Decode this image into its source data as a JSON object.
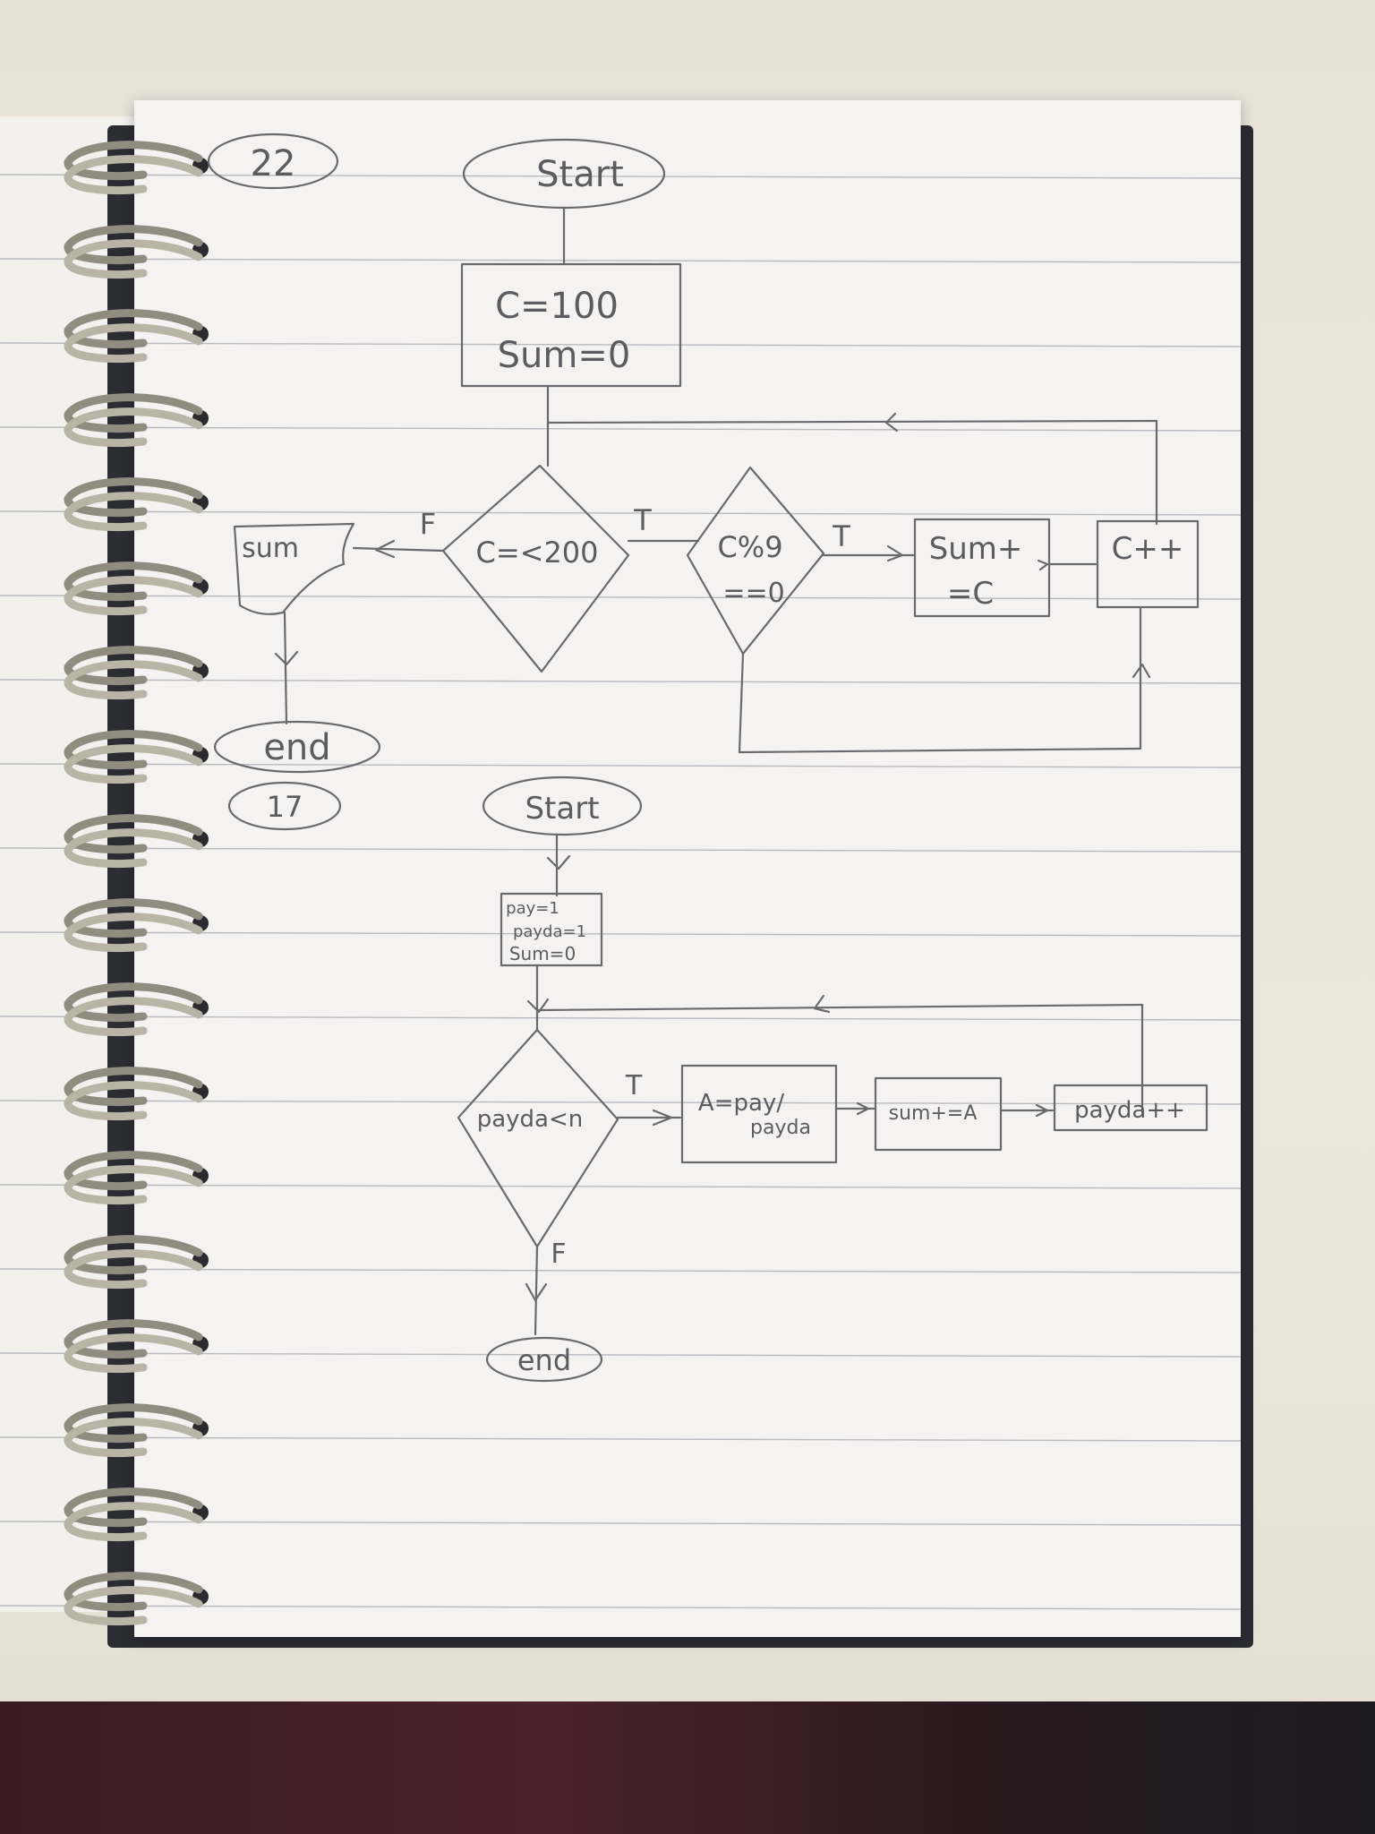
{
  "flowchart_22": {
    "number": "22",
    "start": "Start",
    "init_line1": "C=100",
    "init_line2": "Sum=0",
    "decision1": "C=<200",
    "decision1_false": "F",
    "decision1_true": "T",
    "decision2_line1": "C%9",
    "decision2_line2": "==0",
    "decision2_true": "T",
    "process1_line1": "Sum+",
    "process1_line2": "=C",
    "process2": "C++",
    "output": "sum",
    "end": "end"
  },
  "flowchart_17": {
    "number": "17",
    "start": "Start",
    "init_line1": "pay=1",
    "init_line2": "payda=1",
    "init_line3": "Sum=0",
    "decision": "payda<n",
    "decision_true": "T",
    "decision_false": "F",
    "process1_line1": "A=pay/",
    "process1_line2": "payda",
    "process2": "sum+=A",
    "process3": "payda++",
    "end": "end"
  }
}
